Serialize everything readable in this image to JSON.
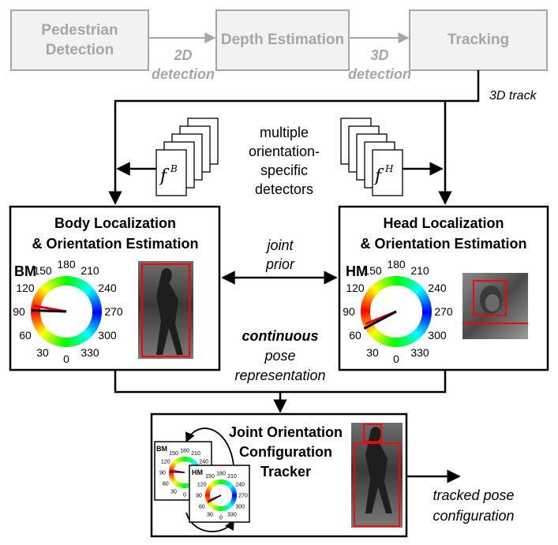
{
  "pipeline": {
    "pedestrian_detection": [
      "Pedestrian",
      "Detection"
    ],
    "depth_estimation": "Depth Estimation",
    "tracking": "Tracking",
    "label_2d": [
      "2D",
      "detection"
    ],
    "label_3d": [
      "3D",
      "detection"
    ],
    "track_3d": "3D track"
  },
  "detectors": {
    "caption": [
      "multiple",
      "orientation-",
      "specific",
      "detectors"
    ],
    "body_filter": "f",
    "body_filter_sup": "B",
    "head_filter": "f",
    "head_filter_sup": "H"
  },
  "body_box": {
    "title": [
      "Body Localization",
      "& Orientation Estimation"
    ],
    "dial_label": "BM",
    "ticks": [
      "150",
      "180",
      "210",
      "240",
      "270",
      "300",
      "330",
      "0",
      "30",
      "60",
      "90",
      "120"
    ]
  },
  "head_box": {
    "title": [
      "Head Localization",
      "& Orientation Estimation"
    ],
    "dial_label": "HM",
    "ticks": [
      "150",
      "180",
      "210",
      "240",
      "270",
      "300",
      "330",
      "0",
      "30",
      "60",
      "90",
      "120"
    ]
  },
  "joint_prior": [
    "joint",
    "prior"
  ],
  "continuous": [
    "continuous",
    "pose",
    "representation"
  ],
  "tracker": {
    "title": [
      "Joint Orientation",
      "Configuration",
      "Tracker"
    ],
    "mini_bm": "BM",
    "mini_hm": "HM"
  },
  "output": [
    "tracked pose",
    "configuration"
  ],
  "colors": {
    "gray_box_fill": "#f2f2f2",
    "gray_stroke": "#a6a6a6",
    "black": "#000000",
    "needle_red": "#e0001b",
    "crop_red": "#ff0000"
  }
}
